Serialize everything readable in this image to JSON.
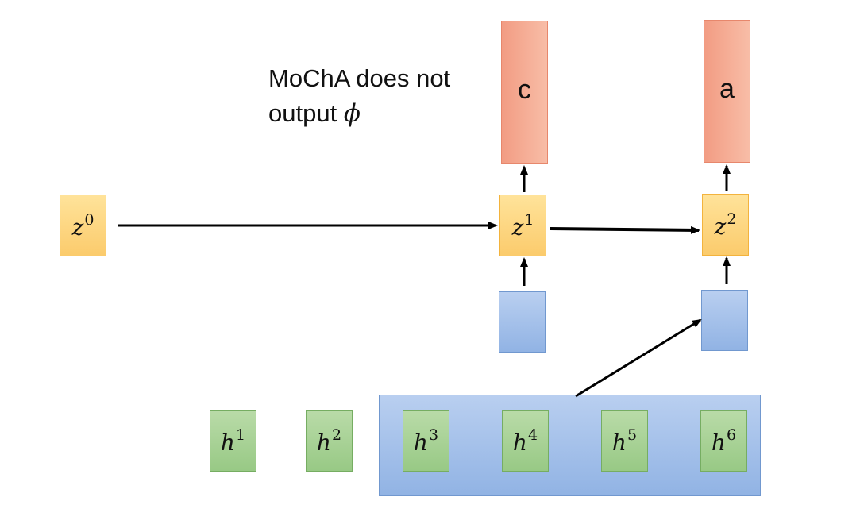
{
  "note": {
    "line1": "MoChA does not",
    "line2_prefix": "output ",
    "symbol": "ϕ"
  },
  "decoder_states": [
    {
      "base": "z",
      "sup": "0"
    },
    {
      "base": "z",
      "sup": "1"
    },
    {
      "base": "z",
      "sup": "2"
    }
  ],
  "outputs": [
    "c",
    "a"
  ],
  "encoder_states": [
    {
      "base": "h",
      "sup": "1"
    },
    {
      "base": "h",
      "sup": "2"
    },
    {
      "base": "h",
      "sup": "3"
    },
    {
      "base": "h",
      "sup": "4"
    },
    {
      "base": "h",
      "sup": "5"
    },
    {
      "base": "h",
      "sup": "6"
    }
  ],
  "colors": {
    "decoder_state": "#fbcb6c",
    "encoder_state": "#98c985",
    "context_vector": "#91b3e4",
    "output_token": "#f29c83",
    "arrow": "#000000"
  }
}
